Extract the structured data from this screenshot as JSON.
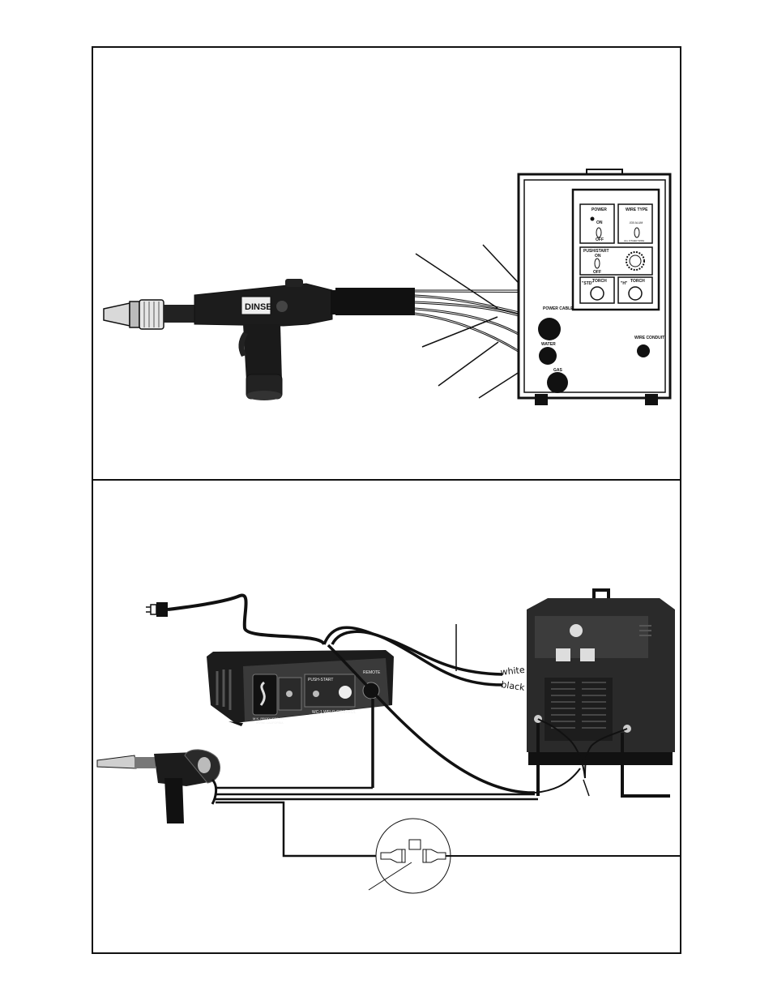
{
  "control_panel": {
    "power": "POWER",
    "on": "ON",
    "off": "OFF",
    "wire_type": "WIRE TYPE",
    "wire_type_opts": ".030 ALUM",
    "wire_type_sub": "ALL OTHER WIRE",
    "push_start": "PUSH/START",
    "push_start_on": "ON",
    "push_start_off": "OFF",
    "torch1": "TORCH",
    "torch1_sub": "\"STD\"",
    "torch2": "TORCH",
    "torch2_sub": "\"H\""
  },
  "connections": {
    "power_cable": "POWER CABLE",
    "water": "WATER",
    "gas": "GAS",
    "wire_conduit": "WIRE CONDUIT"
  },
  "weld_control": {
    "push_start": "PUSH-START",
    "remote": "REMOTE",
    "name": "WC-1 WELD CONTROL",
    "maker": "M.K. PRODUCTS, INC.",
    "maker_sub": "IRVINE CALIFORNIA"
  },
  "wires": {
    "white": "white",
    "black": "black"
  },
  "colors": {
    "ink": "#111111",
    "cable_gray": "#bdbdbd",
    "welder_body": "#2a2a2a",
    "panel_dark": "#1a1a1a"
  }
}
